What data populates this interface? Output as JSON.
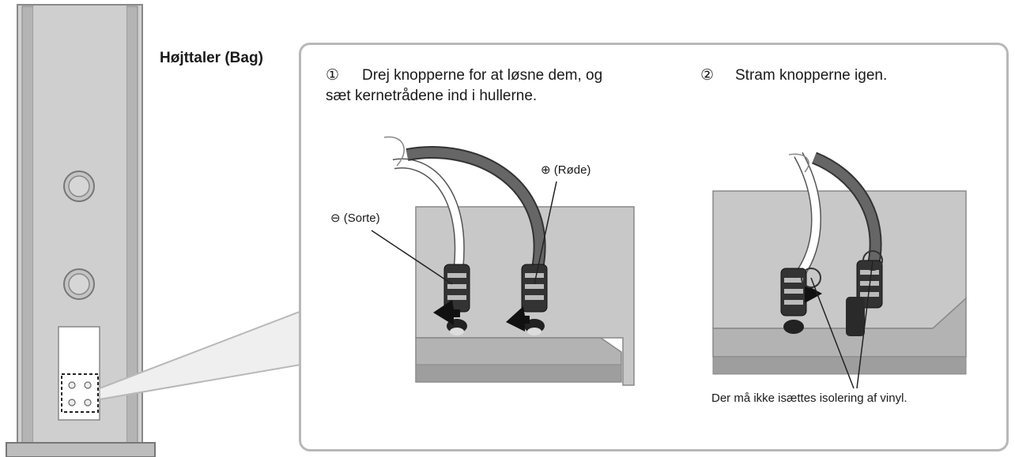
{
  "title": "Højttaler (Bag)",
  "steps": [
    {
      "marker": "①",
      "text_line1": "Drej knopperne for at løsne dem, og",
      "text_line2": "sæt kernetrådene ind i hullerne."
    },
    {
      "marker": "②",
      "text_line1": "Stram knopperne igen."
    }
  ],
  "labels": {
    "negative": "⊖ (Sorte)",
    "positive": "⊕ (Røde)",
    "warning": "Der må ikke isættes isolering af vinyl."
  },
  "colors": {
    "speaker_body": "#c9c9c9",
    "speaker_edge": "#8a8a8a",
    "panel_border": "#b8b8b8",
    "board": "#c8c8c8",
    "red_wire": "#555555",
    "black_wire": "#ffffff"
  }
}
